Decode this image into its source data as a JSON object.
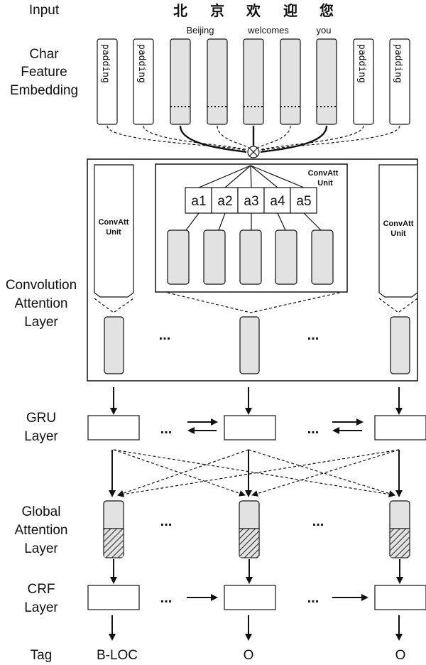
{
  "labels": {
    "input": "Input",
    "char_feature_embedding": [
      "Char",
      "Feature",
      "Embedding"
    ],
    "convolution_attention_layer": [
      "Convolution",
      "Attention",
      "Layer"
    ],
    "gru_layer": [
      "GRU",
      "Layer"
    ],
    "global_attention_layer": [
      "Global",
      "Attention",
      "Layer"
    ],
    "crf_layer": [
      "CRF",
      "Layer"
    ],
    "tag": "Tag"
  },
  "input_chars": [
    "北",
    "京",
    "欢",
    "迎",
    "您"
  ],
  "translations": [
    "Beijing",
    "welcomes",
    "you"
  ],
  "padding_text": "padding",
  "convatt_unit": [
    "ConvAtt",
    "Unit"
  ],
  "attention_weights": [
    "a1",
    "a2",
    "a3",
    "a4",
    "a5"
  ],
  "ellipsis": "...",
  "multiply_symbol": "⊗",
  "tags": [
    "B-LOC",
    "O",
    "O"
  ]
}
